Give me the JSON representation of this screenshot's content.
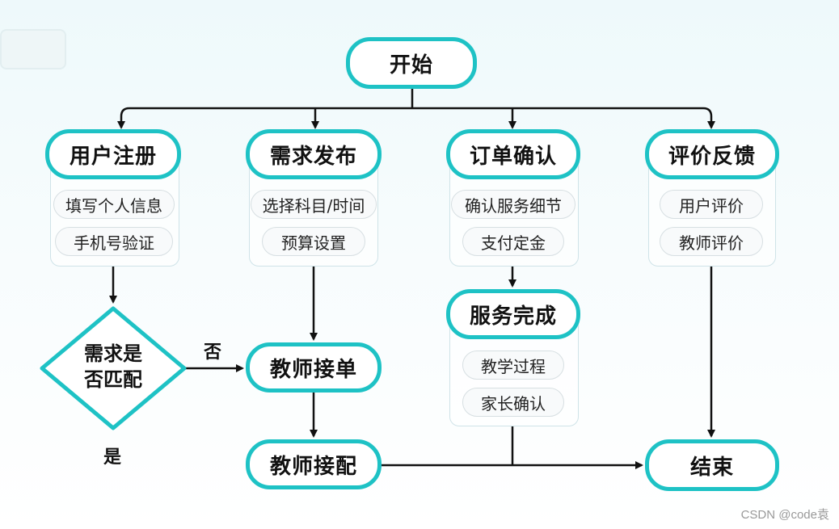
{
  "nodes": {
    "start": "开始",
    "register": "用户注册",
    "publish": "需求发布",
    "confirm": "订单确认",
    "feedback": "评价反馈",
    "teacher_accept": "教师接单",
    "teacher_match": "教师接配",
    "service_done": "服务完成",
    "end": "结束"
  },
  "sub_items": {
    "register": [
      "填写个人信息",
      "手机号验证"
    ],
    "publish": [
      "选择科目/时间",
      "预算设置"
    ],
    "confirm": [
      "确认服务细节",
      "支付定金"
    ],
    "feedback": [
      "用户评价",
      "教师评价"
    ],
    "service_done": [
      "教学过程",
      "家长确认"
    ]
  },
  "decision": {
    "line1": "需求是",
    "line2": "否匹配"
  },
  "edge_labels": {
    "no": "否",
    "yes": "是"
  },
  "watermark": "CSDN @code袁",
  "colors": {
    "accent": "#1ec2c5",
    "line": "#111111"
  }
}
